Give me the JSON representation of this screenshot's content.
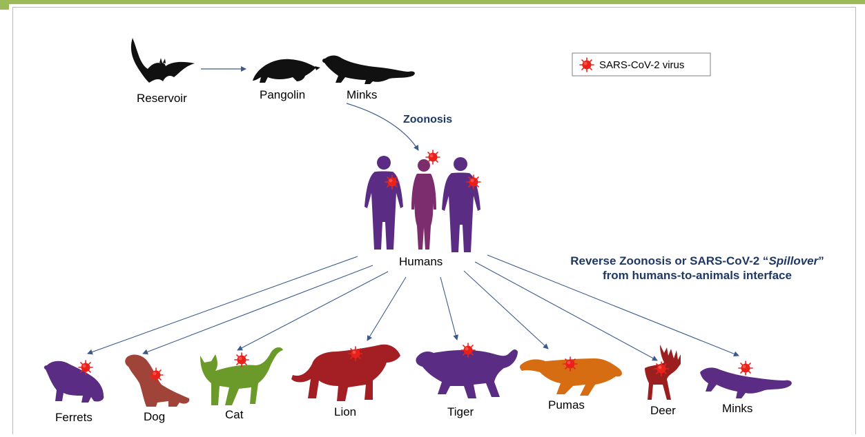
{
  "legend": {
    "label": "SARS-CoV-2 virus"
  },
  "origin": {
    "reservoir": "Reservoir",
    "pangolin": "Pangolin",
    "minks": "Minks"
  },
  "zoonosis": "Zoonosis",
  "humans": "Humans",
  "reverse": {
    "line1_a": "Reverse Zoonosis or SARS-CoV-2 “",
    "line1_b": "Spillover",
    "line1_c": "”",
    "line2": "from humans-to-animals interface"
  },
  "animals": [
    {
      "label": "Ferrets",
      "color": "#5b2c83"
    },
    {
      "label": "Dog",
      "color": "#a0443a"
    },
    {
      "label": "Cat",
      "color": "#6b9a2a"
    },
    {
      "label": "Lion",
      "color": "#a31f23"
    },
    {
      "label": "Tiger",
      "color": "#5b2c83"
    },
    {
      "label": "Pumas",
      "color": "#d66d12"
    },
    {
      "label": "Deer",
      "color": "#9b1f1f"
    },
    {
      "label": "Minks",
      "color": "#5b2c83"
    }
  ],
  "colors": {
    "accent": "#9bbb59",
    "virus": "#e8221b",
    "arrow": "#3a5a8c",
    "silhouette": "#111111",
    "human_male": "#5b2c83",
    "human_female": "#7b2d6e",
    "text_blue": "#1f3864"
  }
}
